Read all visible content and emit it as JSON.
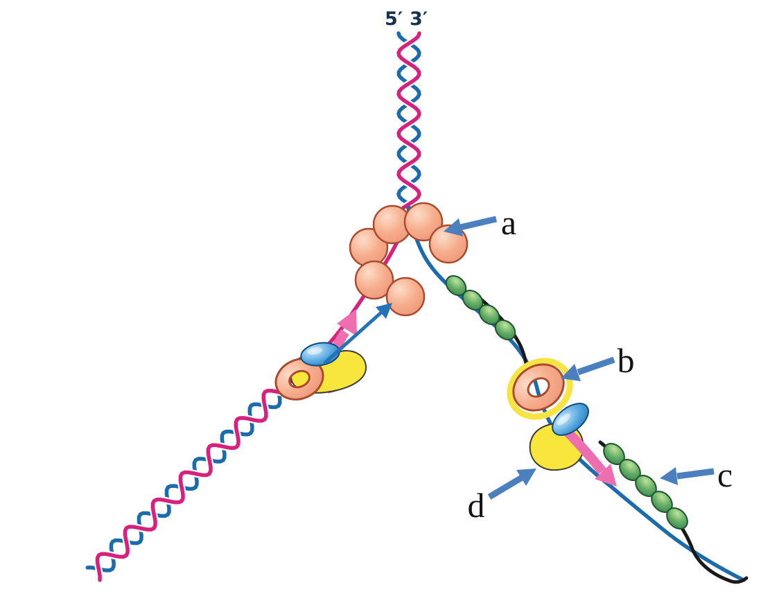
{
  "diagram": {
    "end_labels": {
      "five_prime": "5′",
      "three_prime": "3′"
    },
    "labels": {
      "a": "a",
      "b": "b",
      "c": "c",
      "d": "d"
    },
    "colors": {
      "strand_pink": "#D6227E",
      "strand_blue": "#1C6CAD",
      "strand_black": "#1A1A1A",
      "protein_peach": "#F5A988",
      "protein_green": "#5BA85E",
      "polymerase_yellow": "#F8E63C",
      "polymerase_blue": "#3D9BD9",
      "callout_arrow_blue": "#4C7FBE",
      "synthesis_arrow_pink": "#EE6FB0"
    }
  }
}
